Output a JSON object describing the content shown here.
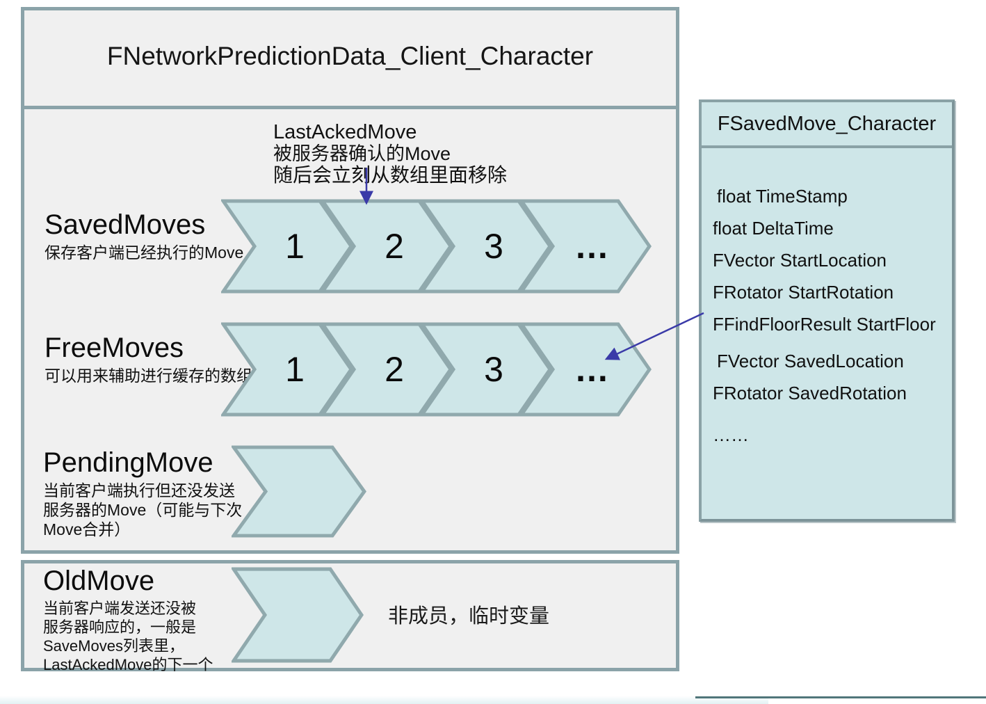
{
  "main": {
    "title": "FNetworkPredictionData_Client_Character"
  },
  "annotation": {
    "line1": "LastAckedMove",
    "line2": "被服务器确认的Move",
    "line3": "随后会立刻从数组里面移除"
  },
  "rows": {
    "saved": {
      "name": "SavedMoves",
      "desc": "保存客户端已经执行的Move",
      "chevrons": [
        "1",
        "2",
        "3",
        "…"
      ]
    },
    "free": {
      "name": "FreeMoves",
      "desc": "可以用来辅助进行缓存的数组",
      "chevrons": [
        "1",
        "2",
        "3",
        "…"
      ]
    },
    "pending": {
      "name": "PendingMove",
      "desc_lines": [
        "当前客户端执行但还没发送",
        "服务器的Move（可能与下次",
        "Move合并）"
      ]
    },
    "old": {
      "name": "OldMove",
      "desc_lines": [
        "当前客户端发送还没被",
        "服务器响应的，一般是",
        "SaveMoves列表里，",
        "LastAckedMove的下一个"
      ],
      "note": "非成员，临时变量"
    }
  },
  "fsavedmove": {
    "title": "FSavedMove_Character",
    "fields": [
      "float TimeStamp",
      "float DeltaTime",
      "FVector StartLocation",
      "FRotator StartRotation",
      "FFindFloorResult StartFloor",
      "FVector SavedLocation",
      "FRotator SavedRotation",
      "……"
    ]
  },
  "colors": {
    "box_background": "#f0f0f0",
    "box_border": "#8ba3a9",
    "chevron_fill": "#cee6e8",
    "chevron_stroke": "#90a9ad",
    "fsm_fill": "#cee6e8",
    "arrow": "#3a3aa8"
  }
}
